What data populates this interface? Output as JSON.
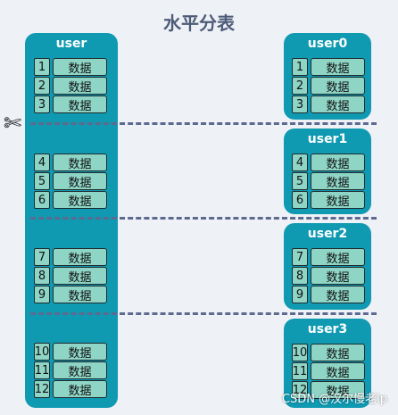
{
  "title": "水平分表",
  "source": {
    "name": "user",
    "rows": [
      {
        "id": "1",
        "value": "数据"
      },
      {
        "id": "2",
        "value": "数据"
      },
      {
        "id": "3",
        "value": "数据"
      },
      {
        "id": "4",
        "value": "数据"
      },
      {
        "id": "5",
        "value": "数据"
      },
      {
        "id": "6",
        "value": "数据"
      },
      {
        "id": "7",
        "value": "数据"
      },
      {
        "id": "8",
        "value": "数据"
      },
      {
        "id": "9",
        "value": "数据"
      },
      {
        "id": "10",
        "value": "数据"
      },
      {
        "id": "11",
        "value": "数据"
      },
      {
        "id": "12",
        "value": "数据"
      }
    ]
  },
  "shards": [
    {
      "name": "user0",
      "rows": [
        {
          "id": "1",
          "value": "数据"
        },
        {
          "id": "2",
          "value": "数据"
        },
        {
          "id": "3",
          "value": "数据"
        }
      ]
    },
    {
      "name": "user1",
      "rows": [
        {
          "id": "4",
          "value": "数据"
        },
        {
          "id": "5",
          "value": "数据"
        },
        {
          "id": "6",
          "value": "数据"
        }
      ]
    },
    {
      "name": "user2",
      "rows": [
        {
          "id": "7",
          "value": "数据"
        },
        {
          "id": "8",
          "value": "数据"
        },
        {
          "id": "9",
          "value": "数据"
        }
      ]
    },
    {
      "name": "user3",
      "rows": [
        {
          "id": "10",
          "value": "数据"
        },
        {
          "id": "11",
          "value": "数据"
        },
        {
          "id": "12",
          "value": "数据"
        }
      ]
    }
  ],
  "scissors_icon": "scissors-icon",
  "colors": {
    "table": "#0f9ab2",
    "cell": "#8fd5c6",
    "cut_line": "#5d6a90"
  },
  "watermark": "CSDN @汉尔慢老lp"
}
